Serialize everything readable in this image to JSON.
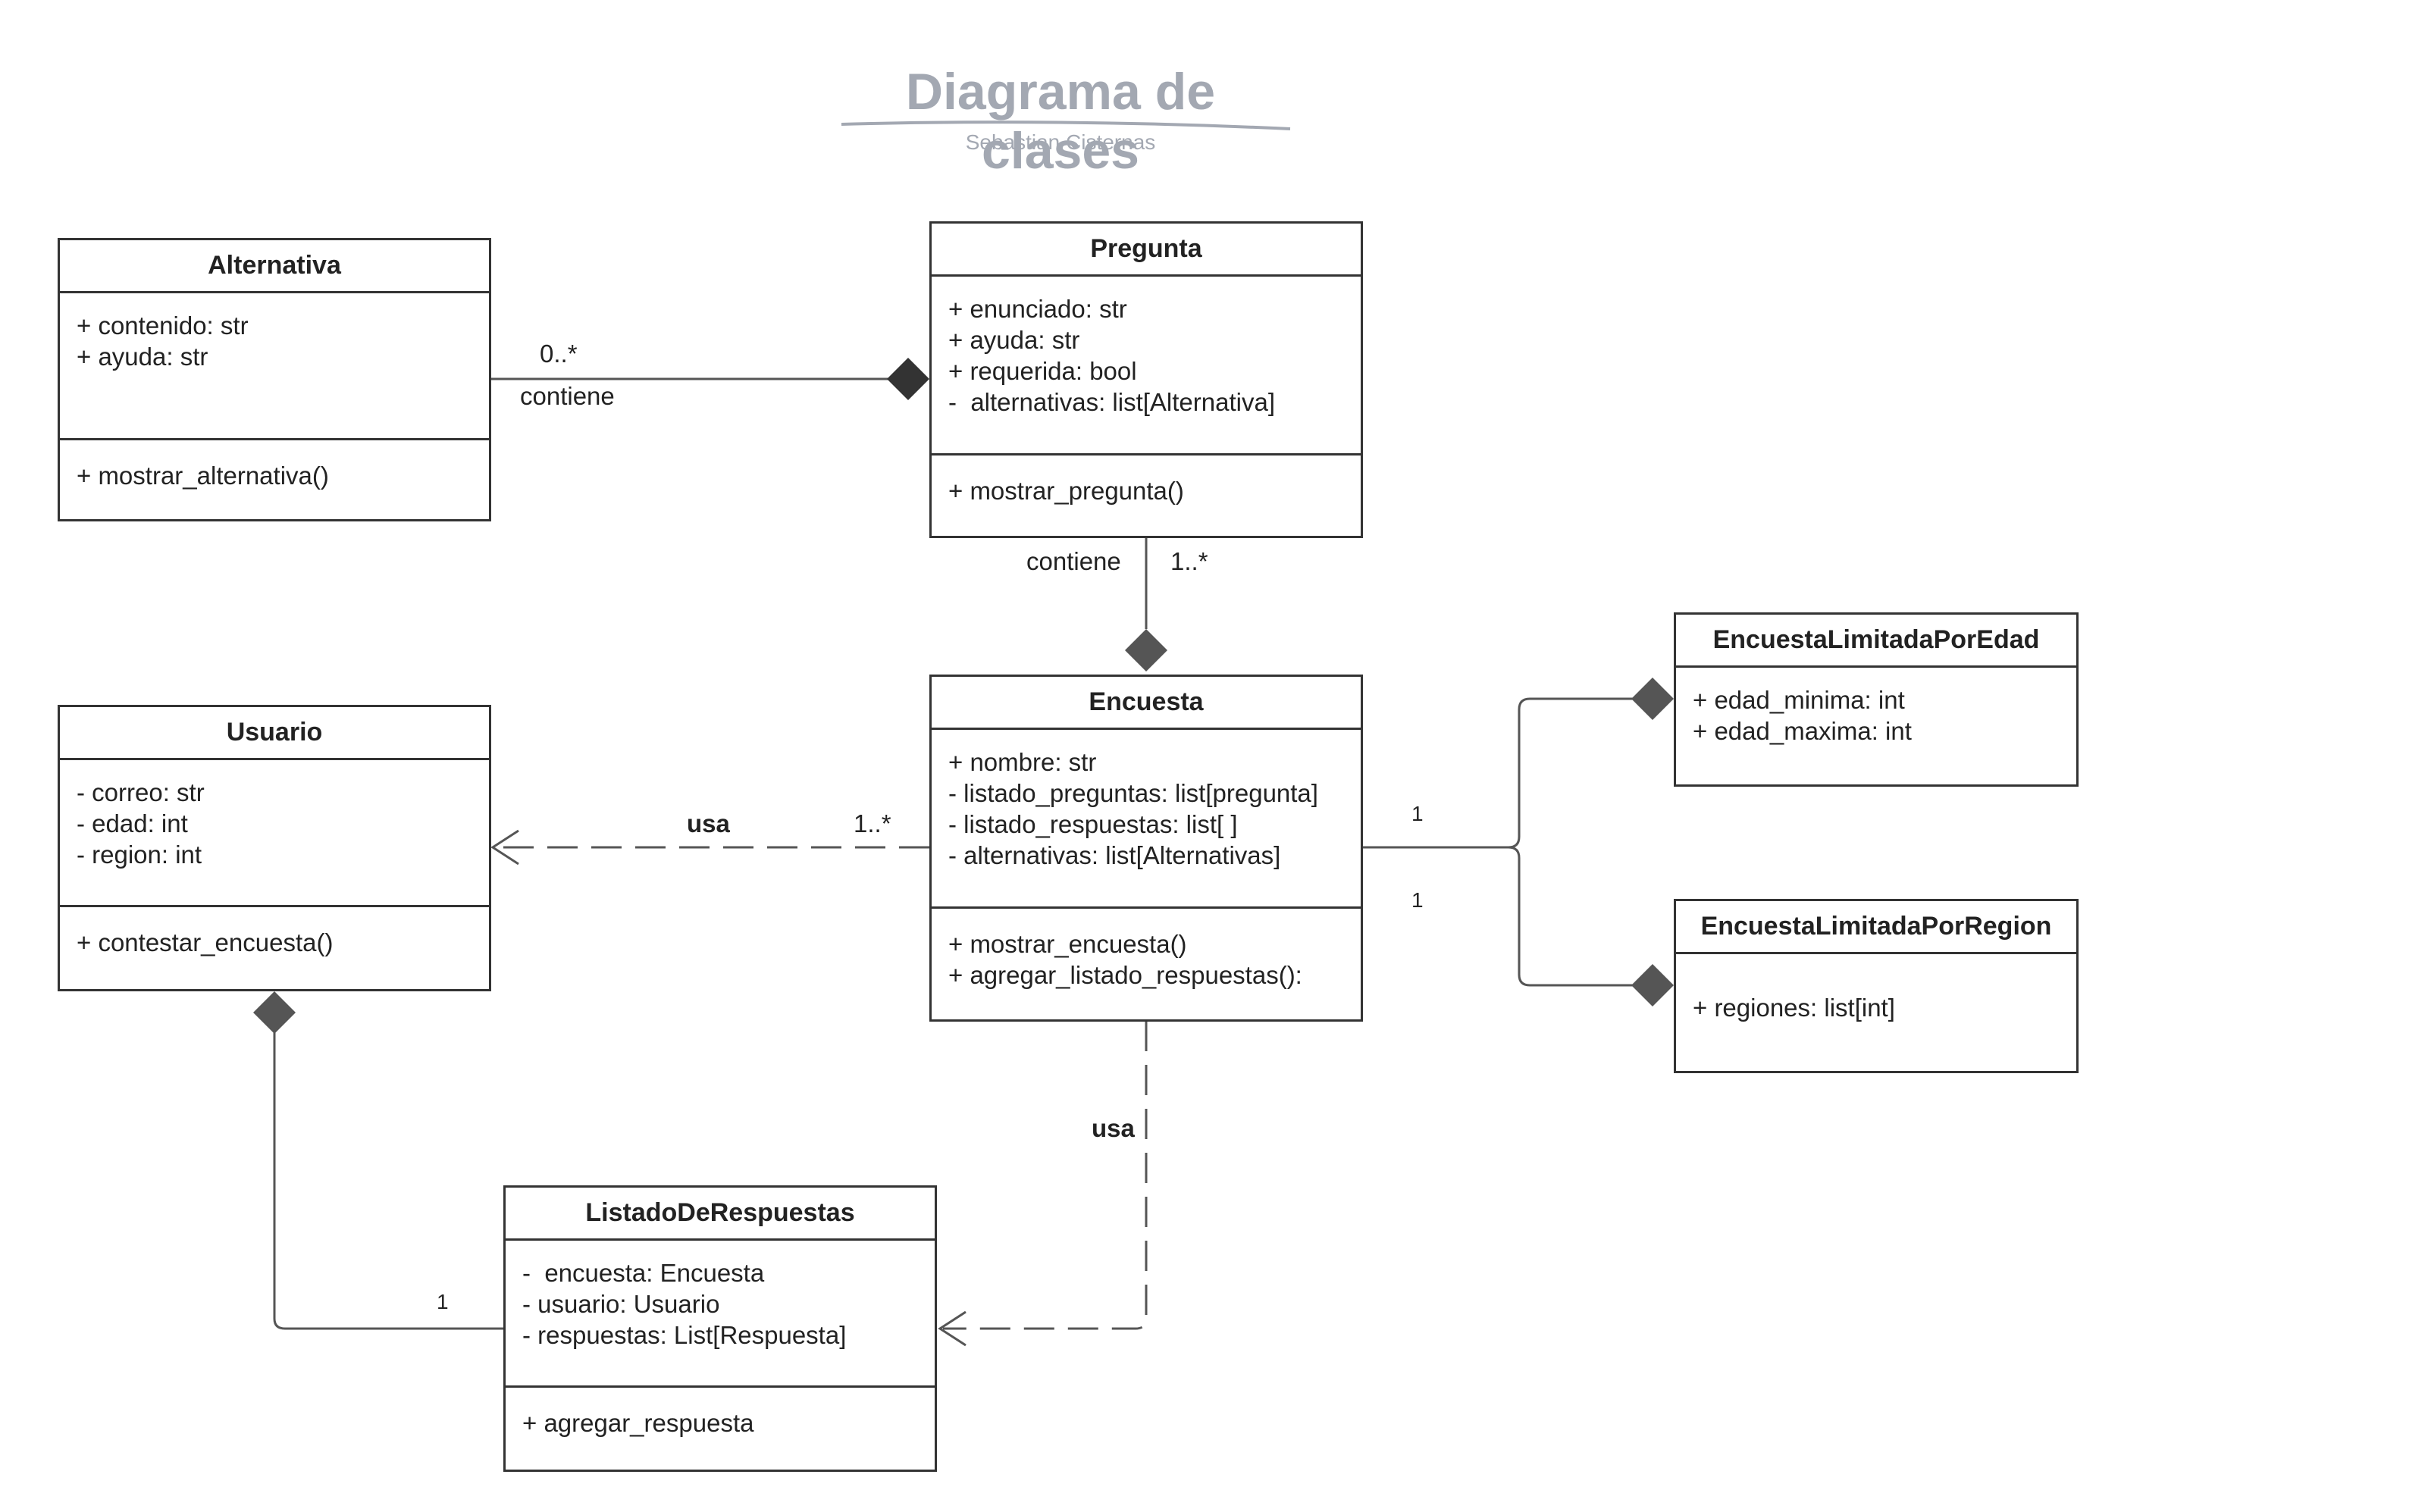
{
  "header": {
    "title": "Diagrama de clases",
    "subtitle": "Sebastian Cisternas"
  },
  "colors": {
    "line": "#555555",
    "border": "#333333",
    "title": "#a3a8b2",
    "diamond": "#555555"
  },
  "classes": {
    "alternativa": {
      "name": "Alternativa",
      "attributes": [
        "+ contenido: str",
        "+ ayuda: str"
      ],
      "methods": [
        "+ mostrar_alternativa()"
      ]
    },
    "pregunta": {
      "name": "Pregunta",
      "attributes": [
        "+ enunciado: str",
        "+ ayuda: str",
        "+ requerida: bool",
        "-  alternativas: list[Alternativa]"
      ],
      "methods": [
        "+ mostrar_pregunta()"
      ]
    },
    "usuario": {
      "name": "Usuario",
      "attributes": [
        "- correo: str",
        "- edad: int",
        "- region: int"
      ],
      "methods": [
        "+ contestar_encuesta()"
      ]
    },
    "encuesta": {
      "name": "Encuesta",
      "attributes": [
        "+ nombre: str",
        "- listado_preguntas: list[pregunta]",
        "- listado_respuestas: list[ ]",
        "- alternativas: list[Alternativas]"
      ],
      "methods": [
        "+ mostrar_encuesta()",
        "+ agregar_listado_respuestas():"
      ]
    },
    "edad": {
      "name": "EncuestaLimitadaPorEdad",
      "attributes": [
        "+ edad_minima: int",
        "+ edad_maxima: int"
      ]
    },
    "region": {
      "name": "EncuestaLimitadaPorRegion",
      "attributes": [
        "+ regiones: list[int]"
      ]
    },
    "listado": {
      "name": "ListadoDeRespuestas",
      "attributes": [
        "-  encuesta: Encuesta",
        "- usuario: Usuario",
        "- respuestas: List[Respuesta]"
      ],
      "methods": [
        "+ agregar_respuesta"
      ]
    }
  },
  "relations": {
    "alt_preg": {
      "multiplicity": "0..*",
      "label": "contiene"
    },
    "preg_enc": {
      "multiplicity": "1..*",
      "label": "contiene"
    },
    "enc_usu": {
      "multiplicity": "1..*",
      "label": "usa"
    },
    "enc_list": {
      "label": "usa"
    },
    "enc_edad": {
      "multiplicity": "1"
    },
    "enc_region": {
      "multiplicity": "1"
    },
    "usu_list": {
      "multiplicity": "1"
    }
  }
}
